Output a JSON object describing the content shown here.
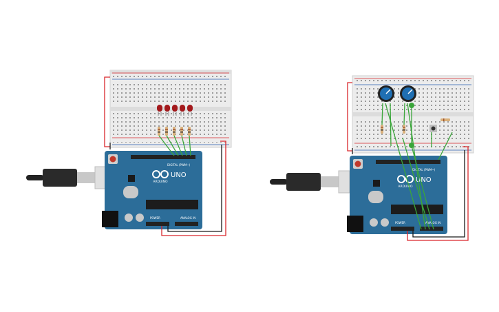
{
  "boards": [
    {
      "brand": "ARDUINO",
      "model": "UNO",
      "digital_label": "DIGITAL (PWM~)",
      "power_label": "POWER",
      "analog_label": "ANALOG IN"
    },
    {
      "brand": "ARDUINO",
      "model": "UNO",
      "digital_label": "DIGITAL (PWM~)",
      "power_label": "POWER",
      "analog_label": "ANALOG IN"
    }
  ],
  "colors": {
    "board": "#2c6d99",
    "board_dark": "#1f5578",
    "breadboard": "#ececec",
    "wire_red": "#d9262b",
    "wire_black": "#1a1a1a",
    "wire_green": "#3aa63a",
    "led": "#a3191c",
    "knob": "#1f6fb3"
  },
  "icons": {
    "usb_cable": "usb-cable-icon",
    "power_jack": "power-jack-icon",
    "reset_button": "reset-button-icon",
    "led": "led-icon",
    "resistor": "resistor-icon",
    "potentiometer": "potentiometer-icon",
    "pushbutton": "pushbutton-icon"
  }
}
